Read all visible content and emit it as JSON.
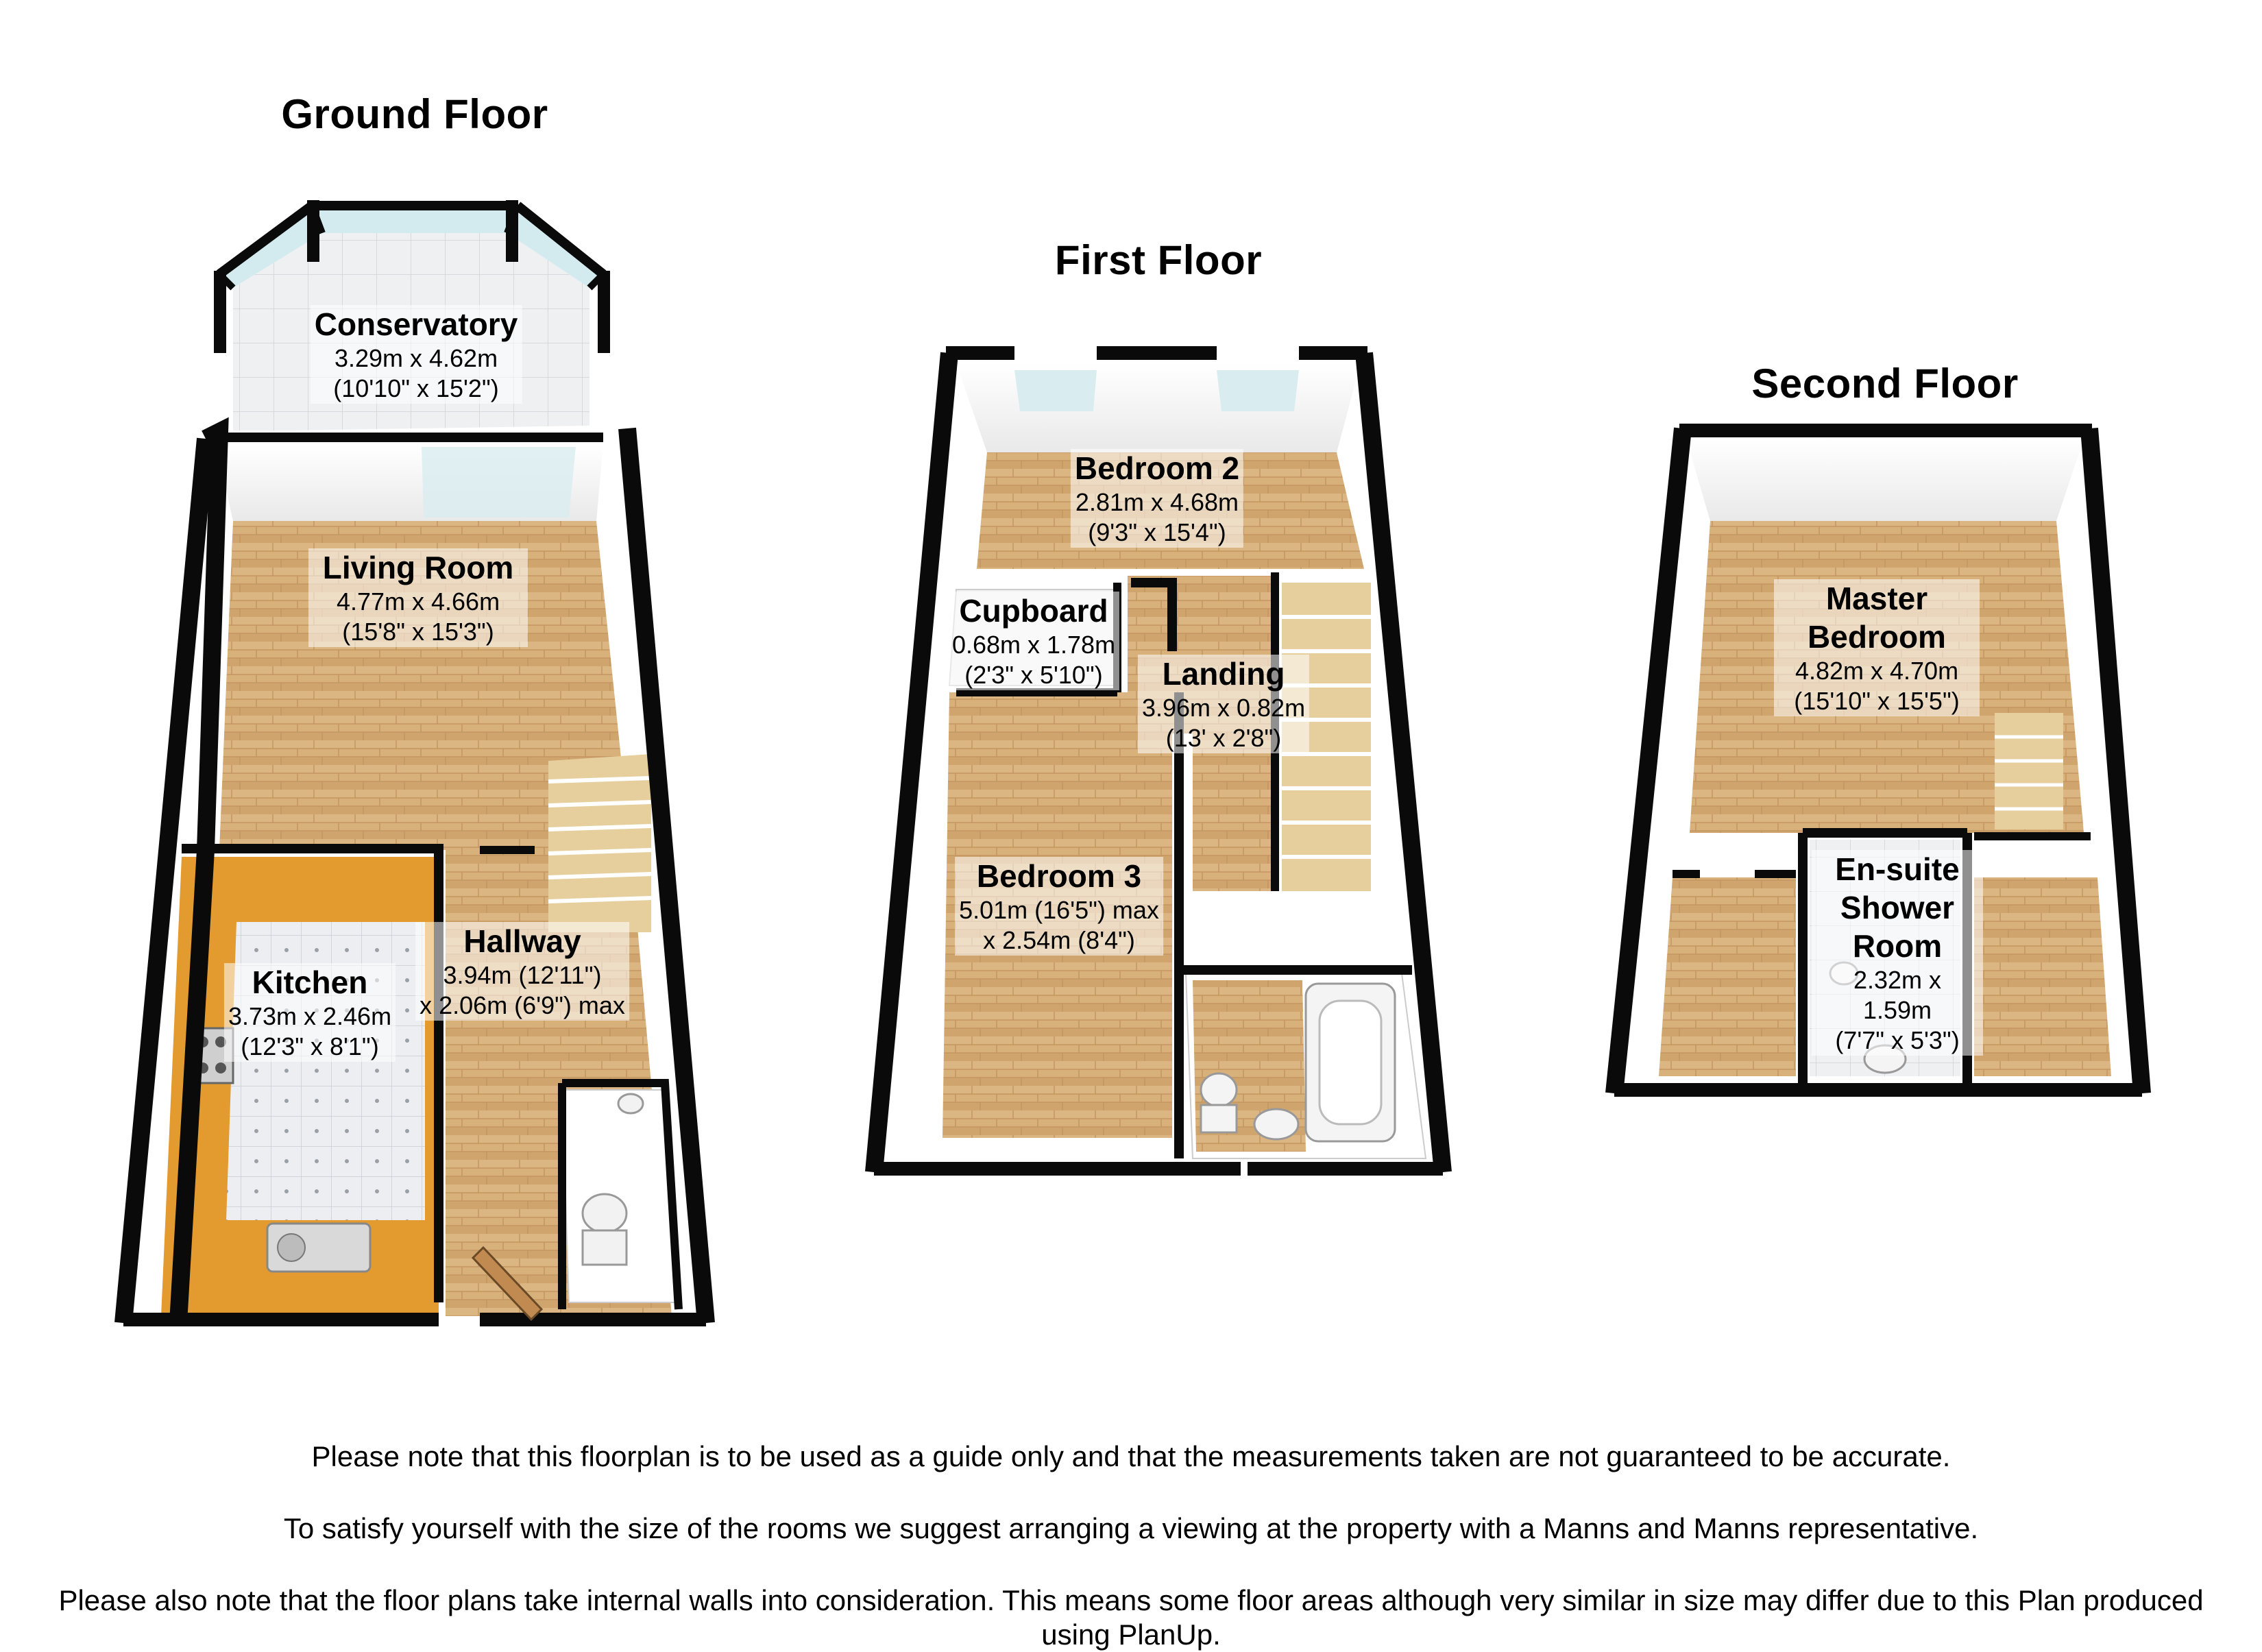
{
  "floors": [
    {
      "title": "Ground Floor",
      "rooms": [
        {
          "name": "Conservatory",
          "dim_metric": "3.29m x 4.62m",
          "dim_imperial": "(10'10\" x 15'2\")"
        },
        {
          "name": "Living Room",
          "dim_metric": "4.77m x 4.66m",
          "dim_imperial": "(15'8\" x 15'3\")"
        },
        {
          "name": "Kitchen",
          "dim_metric": "3.73m x 2.46m",
          "dim_imperial": "(12'3\" x 8'1\")"
        },
        {
          "name": "Hallway",
          "dim_metric": "3.94m (12'11\")",
          "dim_imperial": "x 2.06m (6'9\") max"
        }
      ]
    },
    {
      "title": "First Floor",
      "rooms": [
        {
          "name": "Bedroom 2",
          "dim_metric": "2.81m x 4.68m",
          "dim_imperial": "(9'3\" x 15'4\")"
        },
        {
          "name": "Cupboard",
          "dim_metric": "0.68m x 1.78m",
          "dim_imperial": "(2'3\" x 5'10\")"
        },
        {
          "name": "Landing",
          "dim_metric": "3.96m x 0.82m",
          "dim_imperial": "(13' x 2'8\")"
        },
        {
          "name": "Bedroom 3",
          "dim_metric": "5.01m (16'5\") max",
          "dim_imperial": "x 2.54m (8'4\")"
        }
      ]
    },
    {
      "title": "Second Floor",
      "rooms": [
        {
          "name": "Master Bedroom",
          "dim_metric": "4.82m x 4.70m",
          "dim_imperial": "(15'10\" x 15'5\")"
        },
        {
          "name": "En-suite Shower Room",
          "dim_metric": "2.32m x 1.59m",
          "dim_imperial": "(7'7\" x 5'3\")"
        }
      ]
    }
  ],
  "disclaimer": [
    "Please note that this floorplan is to be used as a guide only and that the measurements taken are not guaranteed to be accurate.",
    "To satisfy yourself with the size of the rooms we suggest arranging a viewing at the property with a Manns and Manns representative.",
    "Please also note that the floor plans take internal walls into consideration. This means some floor areas although very similar in size may differ due to this Plan produced using PlanUp."
  ],
  "colors": {
    "wall": "#0a0a0a",
    "wood_floor": "#d8b07a",
    "wood_grain": "#c49660",
    "tile_floor": "#e8eaed",
    "worktop": "#e39a2e",
    "glass": "#cfe9ee",
    "inner_wall": "#f4f4f4"
  }
}
